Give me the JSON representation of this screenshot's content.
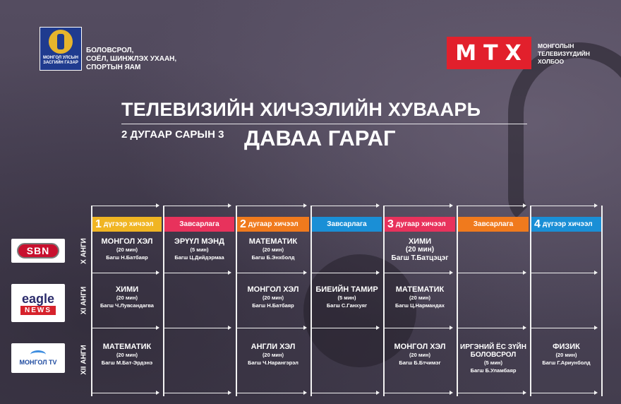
{
  "header": {
    "gov_logo_caption": [
      "МОНГОЛ УЛСЫН",
      "ЗАСГИЙН ГАЗАР"
    ],
    "ministry_lines": [
      "БОЛОВСРОЛ,",
      "СОЁЛ, ШИНЖЛЭХ УХААН,",
      "СПОРТЫН ЯАМ"
    ],
    "mtx_logo": "МТХ",
    "mtx_caption": [
      "МОНГОЛЫН",
      "ТЕЛЕВИЗҮҮДИЙН",
      "ХОЛБОО"
    ],
    "title": "ТЕЛЕВИЗИЙН ХИЧЭЭЛИЙН ХУВААРЬ",
    "date": "2 ДУГААР САРЫН 3",
    "day": "ДАВАА ГАРАГ"
  },
  "columns": [
    {
      "num": "1",
      "label": "дүгээр хичээл",
      "color": "#f0b523"
    },
    {
      "num": "",
      "label": "Завсарлага",
      "color": "#e8325c"
    },
    {
      "num": "2",
      "label": "дугаар хичээл",
      "color": "#f07a1d"
    },
    {
      "num": "",
      "label": "Завсарлага",
      "color": "#1a8fd6"
    },
    {
      "num": "3",
      "label": "дугаар хичээл",
      "color": "#e8325c"
    },
    {
      "num": "",
      "label": "Завсарлага",
      "color": "#f07a1d"
    },
    {
      "num": "4",
      "label": "дүгээр хичээл",
      "color": "#1a8fd6"
    }
  ],
  "grades": [
    "X АНГИ",
    "XI АНГИ",
    "XII АНГИ"
  ],
  "channels": {
    "sbn": "SBN",
    "eagle_word": "eagle",
    "eagle_news": "NEWS",
    "mongol": "МОНГОЛ TV"
  },
  "cells": {
    "g10_c1": {
      "subject": "МОНГОЛ ХЭЛ",
      "duration": "(20 мин)",
      "teacher": "Багш Н.Батбаяр"
    },
    "g10_c2": {
      "subject": "ЭРҮҮЛ МЭНД",
      "duration": "(5 мин)",
      "teacher": "Багш Ц.Дийдэрмаа"
    },
    "g10_c3": {
      "subject": "МАТЕМАТИК",
      "duration": "(20 мин)",
      "teacher": "Багш Б.Энхболд"
    },
    "g10_c5": {
      "subject": "ХИМИ",
      "duration": "(20 мин)",
      "teacher": "Багш Т.Батцэцэг"
    },
    "g11_c1": {
      "subject": "ХИМИ",
      "duration": "(20 мин)",
      "teacher": "Багш Ч.Лувсандагва"
    },
    "g11_c3": {
      "subject": "МОНГОЛ ХЭЛ",
      "duration": "(20 мин)",
      "teacher": "Багш Н.Батбаяр"
    },
    "g11_c4": {
      "subject": "БИЕИЙН ТАМИР",
      "duration": "(5 мин)",
      "teacher": "Багш С.Ганхуяг"
    },
    "g11_c5": {
      "subject": "МАТЕМАТИК",
      "duration": "(20 мин)",
      "teacher": "Багш Ц.Нармандах"
    },
    "g12_c1": {
      "subject": "МАТЕМАТИК",
      "duration": "(20 мин)",
      "teacher": "Багш М.Бат-Эрдэнэ"
    },
    "g12_c3": {
      "subject": "АНГЛИ ХЭЛ",
      "duration": "(20 мин)",
      "teacher": "Багш Ч.Нарангэрэл"
    },
    "g12_c5": {
      "subject": "МОНГОЛ ХЭЛ",
      "duration": "(20 мин)",
      "teacher": "Багш Б.Бтчимэг"
    },
    "g12_c6": {
      "subject": "ИРГЭНИЙ ЁС ЗҮЙН",
      "subject2": "БОЛОВСРОЛ",
      "duration": "(5 мин)",
      "teacher": "Багш Б.Уламбаяр"
    },
    "g12_c7": {
      "subject": "ФИЗИК",
      "duration": "(20 мин)",
      "teacher": "Багш Г.Ариунболд"
    }
  }
}
